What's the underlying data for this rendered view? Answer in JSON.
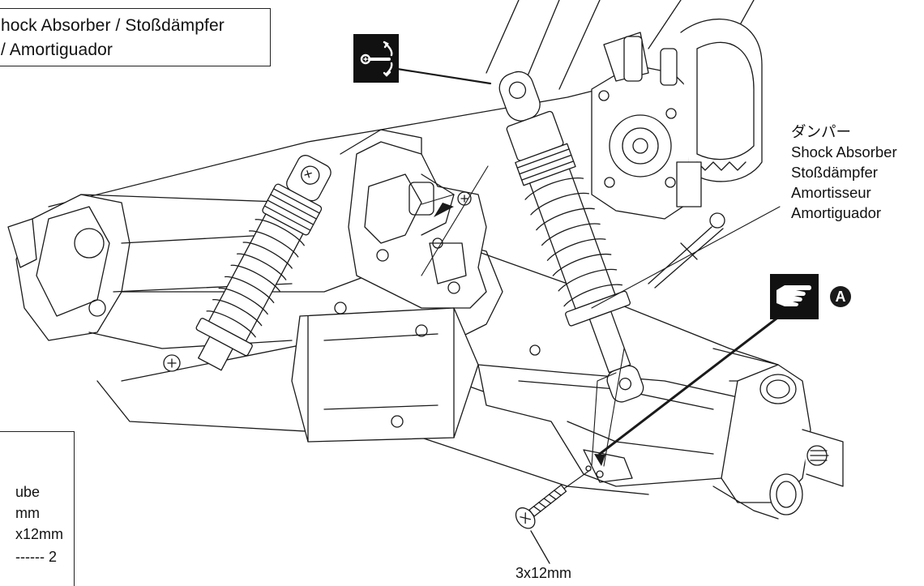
{
  "title_box": {
    "line1": "hock Absorber / Stoßdämpfer",
    "line2": "/ Amortiguador"
  },
  "parts_box": {
    "line1": "ube",
    "line2": "mm",
    "line3": "x12mm",
    "qty": "------ 2"
  },
  "shock_label": {
    "lines": [
      "ダンパー",
      "Shock Absorber",
      "Stoßdämpfer",
      "Amortisseur",
      "Amortiguador"
    ]
  },
  "screw_label": "3x12mm",
  "callout_letter": "A",
  "icons": {
    "pivot": "pivot-rotate-icon",
    "pointing": "pointing-hand-icon",
    "circle_a": "circle-a-icon",
    "screw": "screw-icon"
  }
}
